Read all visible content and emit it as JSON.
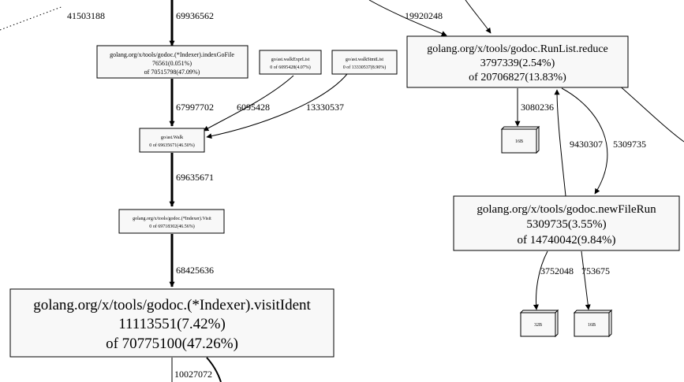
{
  "nodes": {
    "index_go_file": {
      "name": "golang.org/x/tools/godoc.(*Indexer).indexGoFile",
      "flat": "76561(0.051%)",
      "cum": "of 70515798(47.09%)"
    },
    "walk_expr_list": {
      "name": "go/ast.walkExprList",
      "cum": "0 of 6095428(4.07%)"
    },
    "walk_stmt_list": {
      "name": "go/ast.walkStmtList",
      "cum": "0 of 13330537(8.90%)"
    },
    "ast_walk": {
      "name": "go/ast.Walk",
      "cum": "0 of 69635671(46.50%)"
    },
    "indexer_visit": {
      "name": "golang.org/x/tools/godoc.(*Indexer).Visit",
      "cum": "0 of 69718302(46.56%)"
    },
    "visit_ident": {
      "name": "golang.org/x/tools/godoc.(*Indexer).visitIdent",
      "flat": "11113551(7.42%)",
      "cum": "of 70775100(47.26%)"
    },
    "runlist_reduce": {
      "name": "golang.org/x/tools/godoc.RunList.reduce",
      "flat": "3797339(2.54%)",
      "cum": "of 20706827(13.83%)"
    },
    "new_file_run": {
      "name": "golang.org/x/tools/godoc.newFileRun",
      "flat": "5309735(3.55%)",
      "cum": "of 14740042(9.84%)"
    }
  },
  "alloc_boxes": {
    "reduce_alloc": "16B",
    "filerun_alloc_a": "32B",
    "filerun_alloc_b": "16B"
  },
  "edges": {
    "left_diag_in": "41503188",
    "into_index_go_file": "69936562",
    "index_to_walk": "67997702",
    "exprlist_to_walk": "6095428",
    "stmtlist_to_walk": "13330537",
    "walk_to_visit": "69635671",
    "visit_to_ident": "68425636",
    "ident_out": "10027072",
    "into_reduce": "19920248",
    "reduce_to_alloc": "3080236",
    "filerun_to_reduce": "9430307",
    "reduce_to_filerun": "5309735",
    "filerun_to_alloc_a": "3752048",
    "filerun_to_alloc_b": "753675"
  }
}
